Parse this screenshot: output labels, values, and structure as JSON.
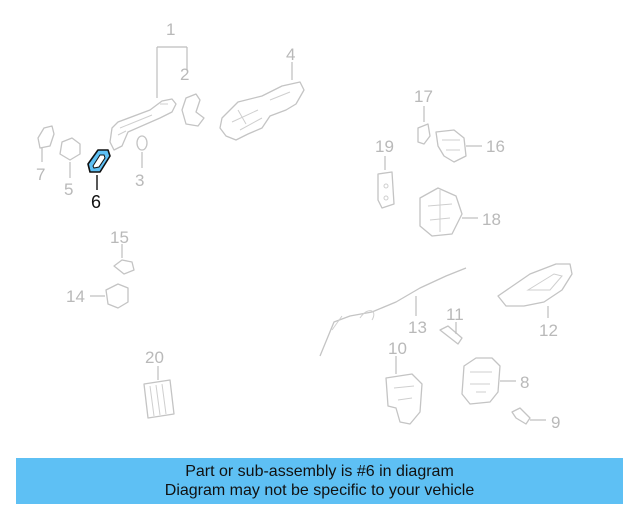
{
  "callouts": {
    "c1": "1",
    "c2": "2",
    "c3": "3",
    "c4": "4",
    "c5": "5",
    "c6": "6",
    "c7": "7",
    "c8": "8",
    "c9": "9",
    "c10": "10",
    "c11": "11",
    "c12": "12",
    "c13": "13",
    "c14": "14",
    "c15": "15",
    "c16": "16",
    "c17": "17",
    "c18": "18",
    "c19": "19",
    "c20": "20"
  },
  "highlight": {
    "part_number": "6",
    "color": "#5ec0f4"
  },
  "banner": {
    "line1": "Part or sub-assembly is #6 in diagram",
    "line2": "Diagram may not be specific to your vehicle",
    "background": "#5ec0f4"
  }
}
